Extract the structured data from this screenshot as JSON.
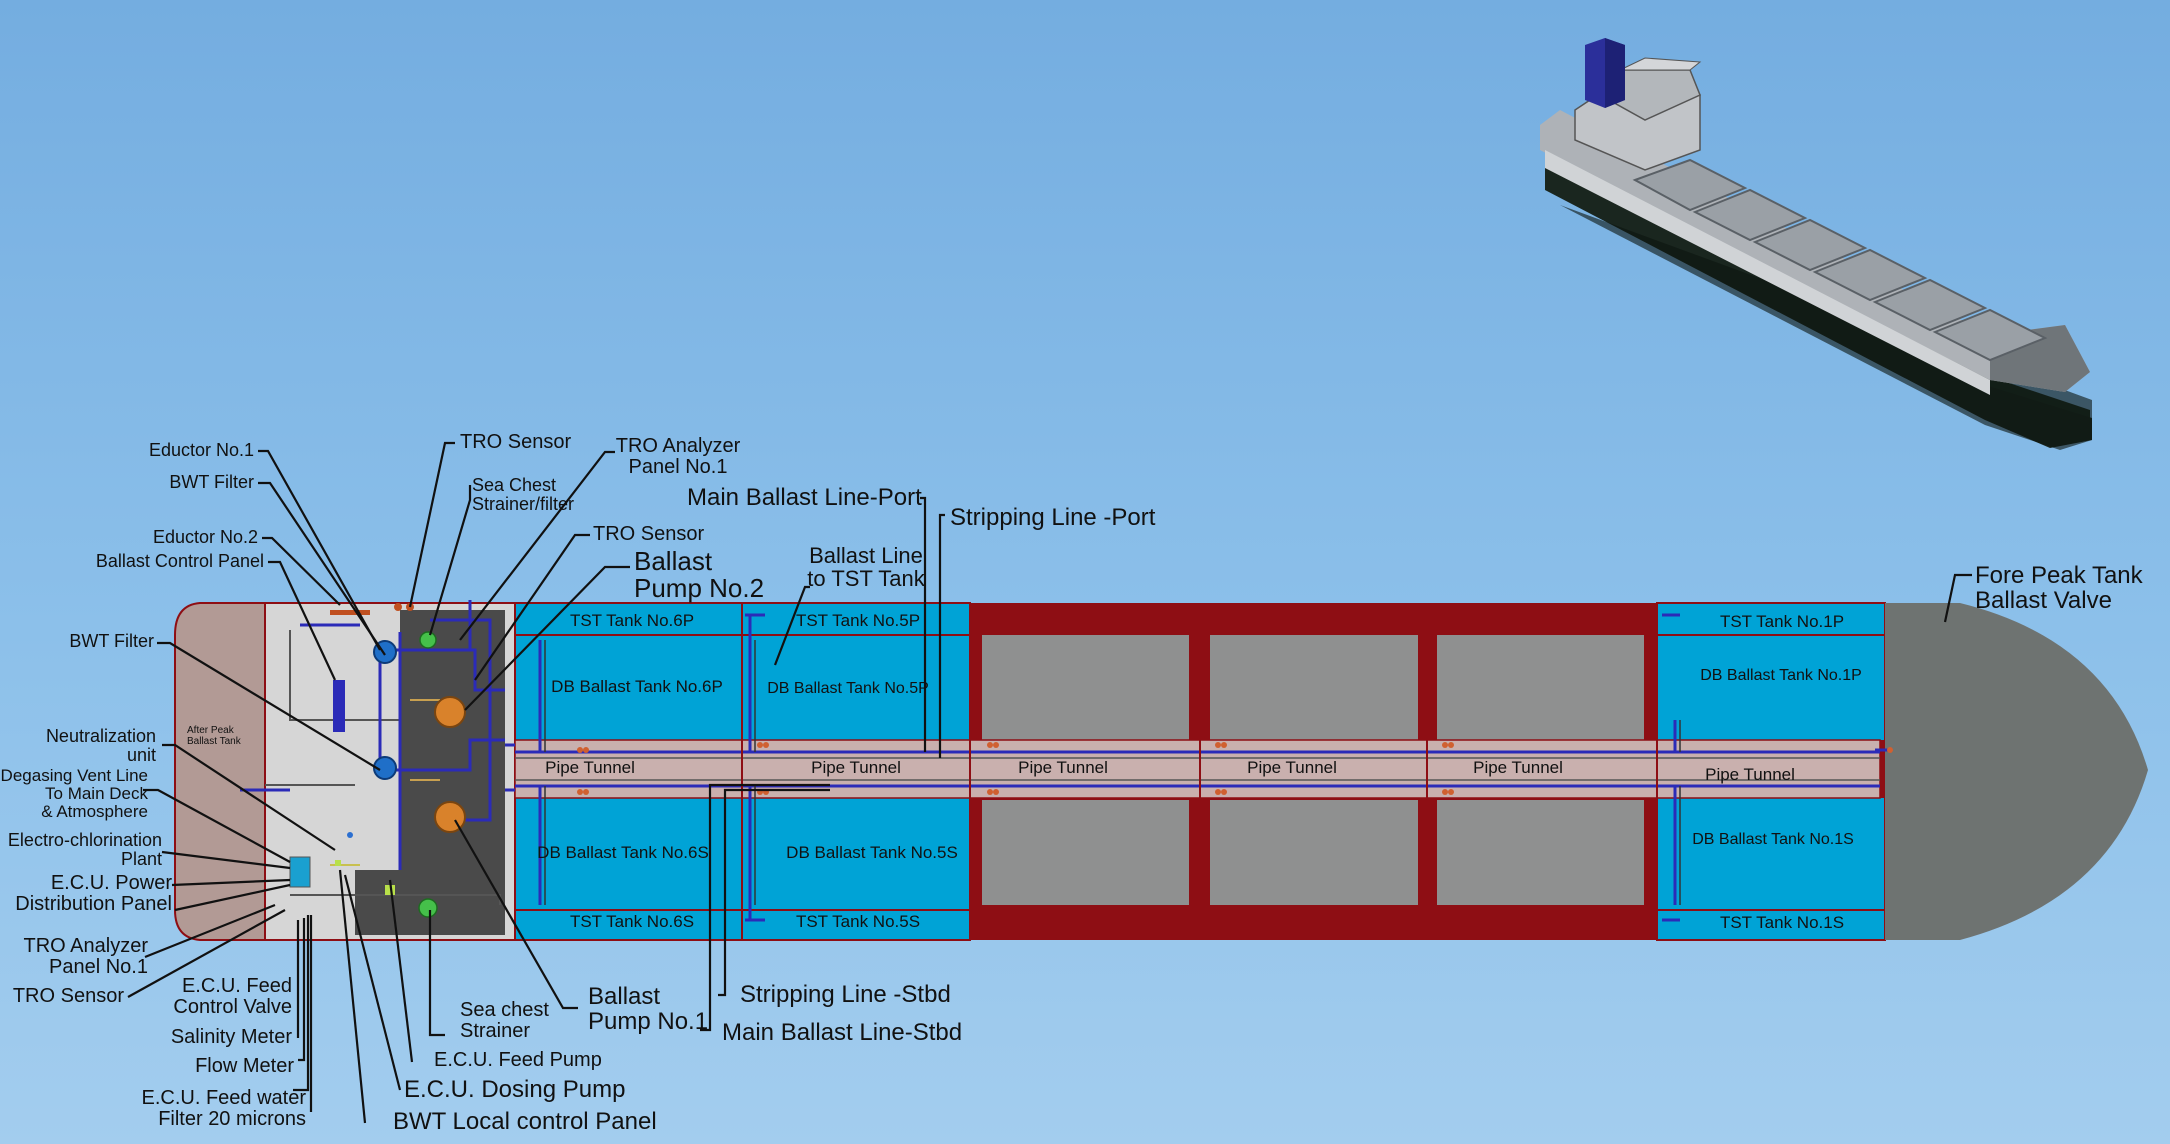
{
  "callouts": {
    "eductor_no1": "Eductor No.1",
    "bwt_filter_top": "BWT Filter",
    "eductor_no2": "Eductor No.2",
    "ballast_control_panel": "Ballast Control Panel",
    "bwt_filter_mid": "BWT Filter",
    "neutralization_unit_1": "Neutralization",
    "neutralization_unit_2": "unit",
    "degasing_1": "Degasing Vent Line",
    "degasing_2": "To Main Deck",
    "degasing_3": "& Atmosphere",
    "electro_1": "Electro-chlorination",
    "electro_2": "Plant",
    "ecu_power_1": "E.C.U. Power",
    "ecu_power_2": "Distribution Panel",
    "tro_analyzer_bottom_1": "TRO Analyzer",
    "tro_analyzer_bottom_2": "Panel No.1",
    "tro_sensor_bottom": "TRO Sensor",
    "ecu_feed_cv_1": "E.C.U. Feed",
    "ecu_feed_cv_2": "Control Valve",
    "salinity_meter": "Salinity Meter",
    "flow_meter": "Flow Meter",
    "ecu_feed_filter_1": "E.C.U. Feed water",
    "ecu_feed_filter_2": "Filter 20 microns",
    "bwt_local_panel": "BWT Local control Panel",
    "ecu_dosing_pump": "E.C.U. Dosing Pump",
    "ecu_feed_pump": "E.C.U. Feed Pump",
    "sea_chest_strainer_bottom_1": "Sea chest",
    "sea_chest_strainer_bottom_2": "Strainer",
    "ballast_pump_no1_1": "Ballast",
    "ballast_pump_no1_2": "Pump No.1",
    "main_ballast_stbd": "Main Ballast Line-Stbd",
    "stripping_stbd": "Stripping Line -Stbd",
    "tro_sensor_top": "TRO Sensor",
    "sea_chest_top_1": "Sea Chest",
    "sea_chest_top_2": "Strainer/filter",
    "tro_analyzer_top_1": "TRO Analyzer",
    "tro_analyzer_top_2": "Panel No.1",
    "main_ballast_port": "Main Ballast Line-Port",
    "tro_sensor_mid": "TRO Sensor",
    "ballast_pump_no2_1": "Ballast",
    "ballast_pump_no2_2": "Pump No.2",
    "ballast_line_tst_1": "Ballast Line",
    "ballast_line_tst_2": "to TST Tank",
    "stripping_port": "Stripping Line -Port",
    "fore_peak_1": "Fore Peak Tank",
    "fore_peak_2": "Ballast Valve"
  },
  "tanks": {
    "after_peak_1": "After Peak",
    "after_peak_2": "Ballast Tank",
    "tst_6p": "TST Tank No.6P",
    "tst_5p": "TST Tank No.5P",
    "tst_1p": "TST Tank No.1P",
    "db_6p": "DB Ballast Tank No.6P",
    "db_5p": "DB Ballast Tank No.5P",
    "db_1p": "DB Ballast Tank No.1P",
    "db_6s": "DB Ballast Tank No.6S",
    "db_5s": "DB Ballast Tank No.5S",
    "db_1s": "DB Ballast Tank No.1S",
    "tst_6s": "TST Tank No.6S",
    "tst_5s": "TST Tank No.5S",
    "tst_1s": "TST Tank No.1S",
    "pipe_tunnel": [
      "Pipe Tunnel",
      "Pipe Tunnel",
      "Pipe Tunnel",
      "Pipe Tunnel",
      "Pipe Tunnel",
      "Pipe Tunnel"
    ]
  },
  "colors": {
    "background": "#7fb6e6",
    "ballast_tank": "#00a3d6",
    "hold_frame": "#8e0e14",
    "cargo_hold": "#8f9090",
    "pipe_tunnel": "#c9b0ae",
    "engine_room": "#d6d6d6",
    "pump_room": "#4a4a4a",
    "ballast_pipe": "#2b2bb8",
    "pump": "#d9822b",
    "valve": "#1f6fc8",
    "strainer": "#45c04a",
    "bow": "#6e7371"
  }
}
